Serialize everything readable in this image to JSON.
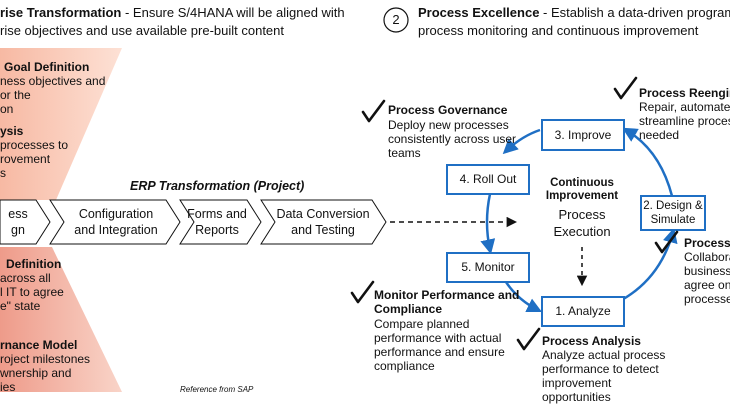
{
  "left_header": {
    "title": "rise Transformation",
    "text_line1": " - Ensure S/4HANA will be aligned with",
    "text_line2": "rise objectives and use available pre-built content"
  },
  "right_header": {
    "number": "2",
    "title": "Process Excellence",
    "text_line1": " - Establish a data-driven program for",
    "text_line2": "process monitoring and continuous improvement"
  },
  "left_panel": {
    "top_items": [
      {
        "title": "Goal Definition",
        "lines": [
          "ness objectives and",
          "or the",
          "on"
        ]
      },
      {
        "title": "ysis",
        "lines": [
          "processes to",
          "rovement",
          "s"
        ]
      }
    ],
    "bottom_items": [
      {
        "title": "Definition",
        "lines": [
          "across all",
          "l IT to agree",
          "e\" state"
        ]
      },
      {
        "title": "rnance Model",
        "lines": [
          "roject milestones",
          "wnership and",
          "ies"
        ]
      }
    ]
  },
  "erp": {
    "title": "ERP Transformation (Project)",
    "chevrons": [
      {
        "line1": "ess",
        "line2": "gn"
      },
      {
        "line1": "Configuration",
        "line2": "and Integration"
      },
      {
        "line1": "Forms and",
        "line2": "Reports"
      },
      {
        "line1": "Data Conversion",
        "line2": "and Testing"
      }
    ]
  },
  "cycle": {
    "center_title_line1": "Continuous",
    "center_title_line2": "Improvement",
    "center_sub_line1": "Process",
    "center_sub_line2": "Execution",
    "boxes": {
      "improve": "3. Improve",
      "rollout": "4. Roll Out",
      "monitor": "5. Monitor",
      "analyze": "1. Analyze",
      "design_line1": "2. Design &",
      "design_line2": "Simulate"
    }
  },
  "annotations": {
    "governance": {
      "title": "Process Governance",
      "lines": [
        "Deploy new processes",
        "consistently across user",
        "teams"
      ]
    },
    "reengineering": {
      "title": "Process Reengineer",
      "lines": [
        "Repair, automate,",
        "streamline process",
        "needed"
      ]
    },
    "monitor_perf": {
      "title_line1": "Monitor Performance and",
      "title_line2": "Compliance",
      "lines": [
        "Compare planned",
        "performance with actual",
        "performance and ensure",
        "compliance"
      ]
    },
    "analysis": {
      "title": "Process Analysis",
      "lines": [
        "Analyze actual process",
        "performance to detect",
        "improvement",
        "opportunities"
      ]
    },
    "process_r": {
      "title": "Process R",
      "lines": [
        "Collabora",
        "business u",
        "agree on \"",
        "processes"
      ]
    }
  },
  "reference": "Reference from SAP",
  "colors": {
    "blue": "#1f6fc4",
    "peach_top": "#f8c8b4",
    "peach_bottom": "#f2a898"
  }
}
